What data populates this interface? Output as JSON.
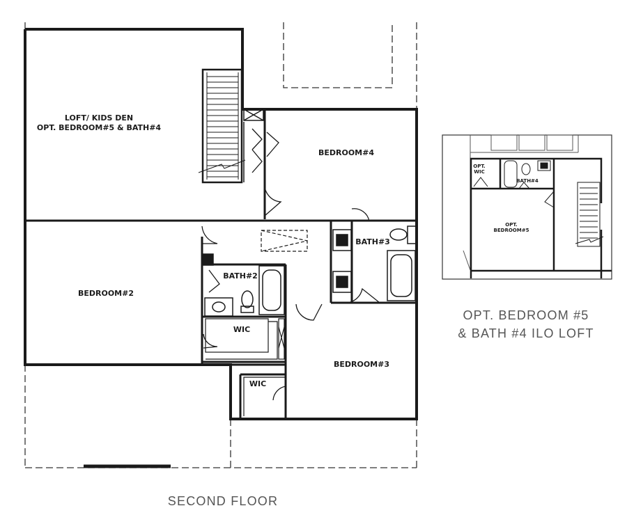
{
  "plan": {
    "caption": "SECOND FLOOR",
    "rooms": {
      "loft_line1": "LOFT/ KIDS DEN",
      "loft_line2": "OPT. BEDROOM#5 & BATH#4",
      "bedroom4": "BEDROOM#4",
      "bedroom2": "BEDROOM#2",
      "bath2": "BATH#2",
      "bath3": "BATH#3",
      "wic_bath2": "WIC",
      "bedroom3": "BEDROOM#3",
      "wic_bedroom3": "WIC"
    }
  },
  "inset": {
    "caption_line1": "OPT. BEDROOM #5",
    "caption_line2": "& BATH #4 ILO LOFT",
    "rooms": {
      "wic_line1": "OPT.",
      "wic_line2": "WIC",
      "bath4": "BATH#4",
      "bedroom5_line1": "OPT.",
      "bedroom5_line2": "BEDROOM#5"
    }
  }
}
